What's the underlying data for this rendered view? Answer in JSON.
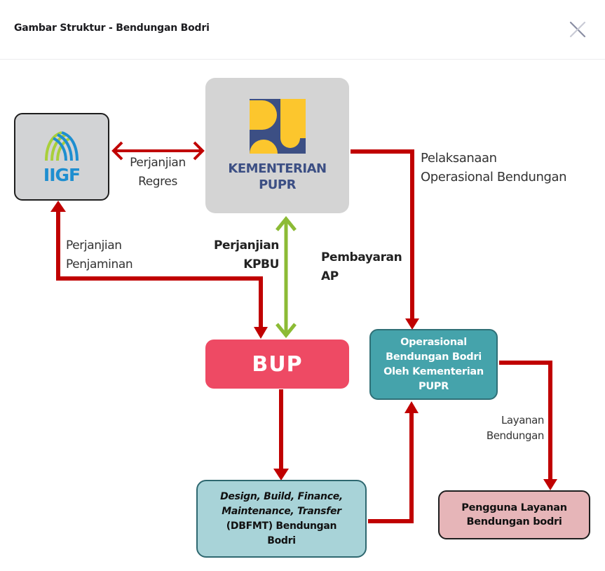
{
  "modal": {
    "title": "Gambar Struktur - Bendungan Bodri",
    "close_icon": "close-icon"
  },
  "colors": {
    "arrow_red": "#c00000",
    "arrow_green": "#8cbb35",
    "bup_fill": "#ee4a64",
    "ops_fill": "#45a3ab",
    "dbfmt_fill": "#a8d3d8",
    "user_fill": "#e6b5b8",
    "pupr_fill": "#d4d4d4",
    "iigf_fill": "#d2d3d5",
    "pupr_logo_yellow": "#fcc62d",
    "pupr_logo_blue": "#3c4f84",
    "iigf_blue": "#1e8ed0",
    "iigf_green": "#a9cf3a"
  },
  "nodes": {
    "iigf": {
      "label": "IIGF",
      "logo": "iigf-logo"
    },
    "pupr": {
      "line1": "KEMENTERIAN",
      "line2": "PUPR",
      "logo": "pupr-logo"
    },
    "bup": {
      "label": "BUP"
    },
    "ops": {
      "line1": "Operasional",
      "line2": "Bendungan Bodri",
      "line3": "Oleh Kementerian",
      "line4": "PUPR"
    },
    "dbfmt": {
      "line1": "Design, Build, Finance,",
      "line2": "Maintenance, Transfer",
      "line3": "(DBFMT) Bendungan",
      "line4": "Bodri"
    },
    "user": {
      "line1": "Pengguna Layanan",
      "line2": "Bendungan bodri"
    }
  },
  "edges": {
    "regres": {
      "line1": "Perjanjian",
      "line2": "Regres"
    },
    "penjaminan": {
      "line1": "Perjanjian",
      "line2": "Penjaminan"
    },
    "kpbu": {
      "line1": "Perjanjian",
      "line2": "KPBU"
    },
    "pembayaran": {
      "line1": "Pembayaran",
      "line2": "AP"
    },
    "pelaksanaan": {
      "line1": "Pelaksanaan",
      "line2": "Operasional Bendungan"
    },
    "layanan": {
      "line1": "Layanan",
      "line2": "Bendungan"
    }
  }
}
